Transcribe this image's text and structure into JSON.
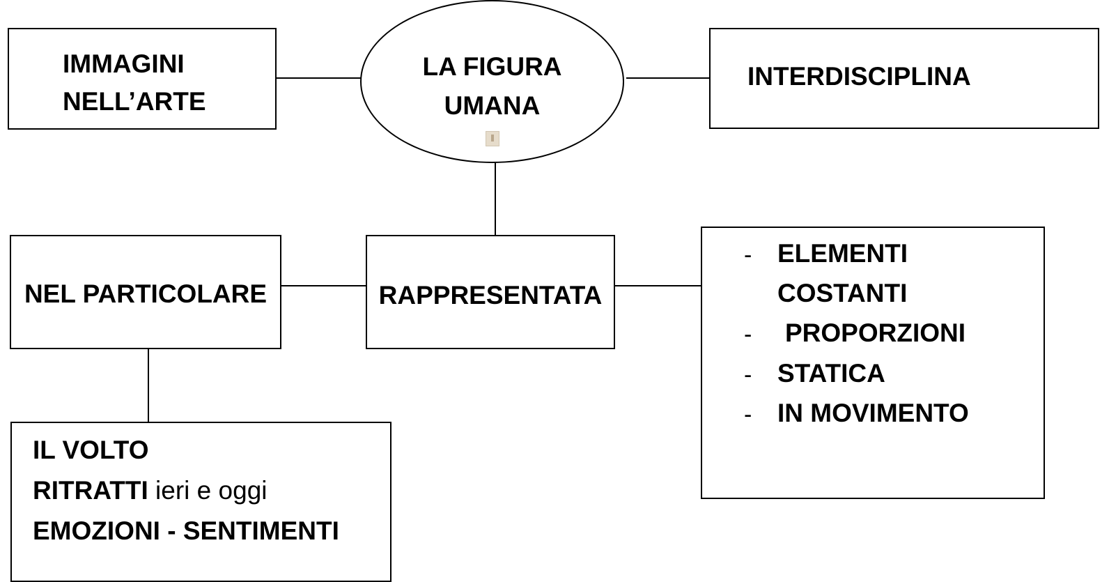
{
  "title": {
    "line1": "LA FIGURA",
    "line2": "UMANA"
  },
  "left_top": {
    "line1": "IMMAGINI",
    "line2": "NELL’ARTE"
  },
  "right_top": {
    "label": "INTERDISCIPLINA"
  },
  "middle": {
    "label": "RAPPRESENTATA"
  },
  "left_middle": {
    "label": "NEL PARTICOLARE"
  },
  "right_list": {
    "dash": "-",
    "items": [
      {
        "line1": "ELEMENTI",
        "line2": "COSTANTI"
      },
      {
        "line1": "PROPORZIONI"
      },
      {
        "line1": "STATICA"
      },
      {
        "line1": "IN MOVIMENTO"
      }
    ]
  },
  "bottom_box": {
    "line1": "IL VOLTO",
    "line2_bold": "RITRATTI",
    "line2_rest": " ieri e oggi",
    "line3": "EMOZIONI - SENTIMENTI"
  },
  "icons": {
    "center_thumbnail": "vitruvian-man-thumbnail-icon"
  },
  "colors": {
    "stroke": "#000000",
    "fill": "#ffffff",
    "text": "#000000"
  }
}
